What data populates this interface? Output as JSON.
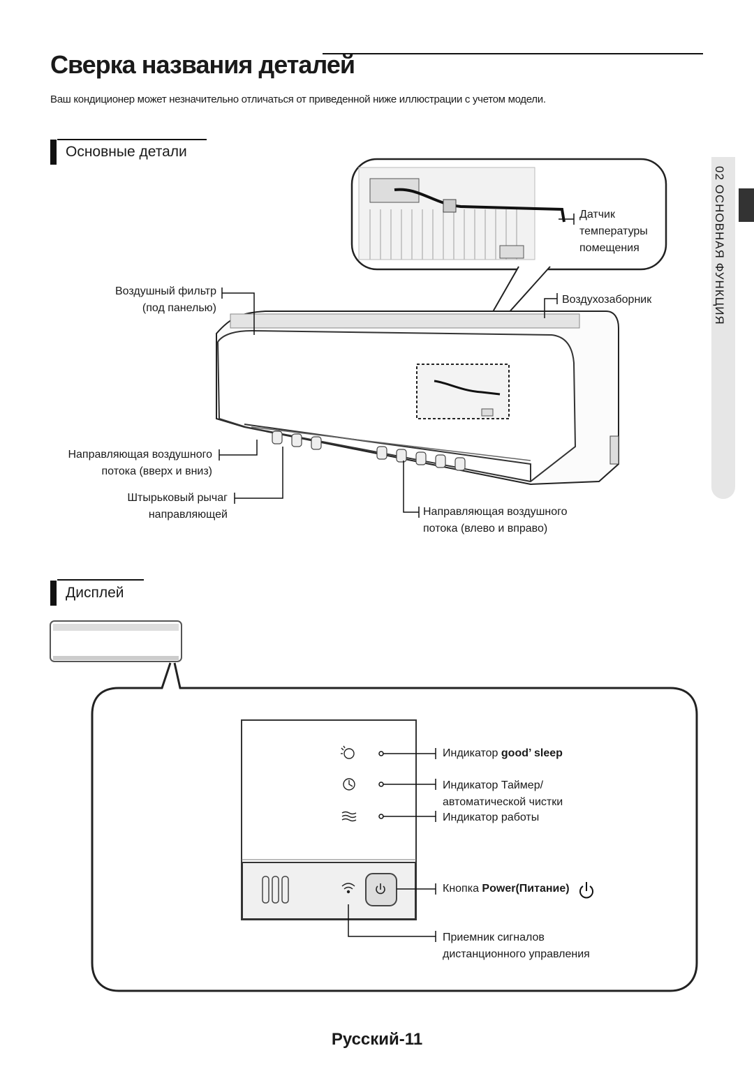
{
  "title": "Сверка названия деталей",
  "intro": "Ваш кондиционер может незначительно отличаться от приведенной ниже иллюстрации с учетом модели.",
  "sidebar": {
    "chapter": "02  ОСНОВНАЯ ФУНКЦИЯ"
  },
  "section_main": {
    "heading": "Основные детали",
    "labels": {
      "sensor": [
        "Датчик",
        "температуры",
        "помещения"
      ],
      "air_filter": [
        "Воздушный фильтр",
        "(под панелью)"
      ],
      "air_intake": "Воздухозаборник",
      "vertical_blade": [
        "Направляющая воздушного",
        "потока (вверх и вниз)"
      ],
      "blade_lever": [
        "Штырьковый рычаг",
        "направляющей"
      ],
      "horizontal_blade": [
        "Направляющая воздушного",
        "потока (влево и вправо)"
      ]
    }
  },
  "section_display": {
    "heading": "Дисплей",
    "labels": {
      "sleep_prefix": "Индикатор ",
      "sleep_brand": "good’ sleep",
      "timer": [
        "Индикатор Таймер/",
        "автоматической чистки"
      ],
      "operation": "Индикатор работы",
      "power_prefix": "Кнопка ",
      "power_name": "Power(Питание)",
      "receiver": [
        "Приемник сигналов",
        "дистанционного управления"
      ]
    }
  },
  "footer": "Русский-11"
}
